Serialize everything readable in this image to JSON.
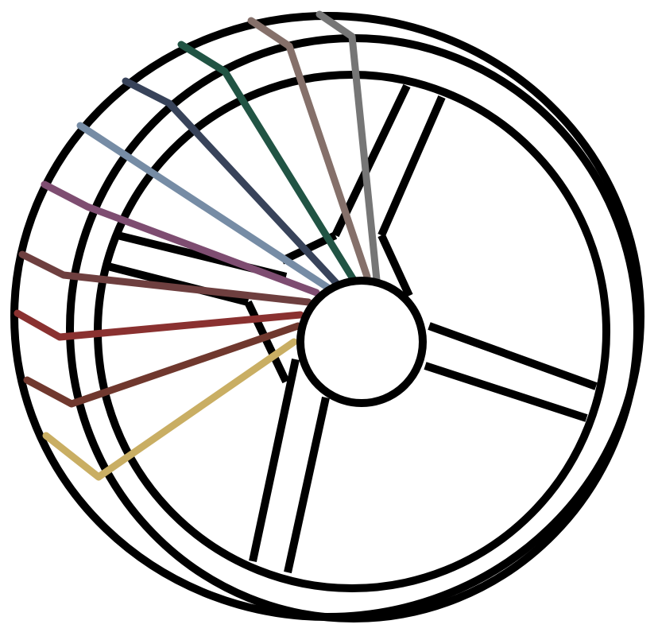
{
  "colors": {
    "background": "#ffffff",
    "outline": "#000000"
  },
  "wires": [
    {
      "id": "wire-1",
      "color": "#767676"
    },
    {
      "id": "wire-2",
      "color": "#85706a"
    },
    {
      "id": "wire-3",
      "color": "#215444"
    },
    {
      "id": "wire-4",
      "color": "#38435a"
    },
    {
      "id": "wire-5",
      "color": "#768ca5"
    },
    {
      "id": "wire-6",
      "color": "#7e4d71"
    },
    {
      "id": "wire-7",
      "color": "#6e3f3f"
    },
    {
      "id": "wire-8",
      "color": "#8a3130"
    },
    {
      "id": "wire-9",
      "color": "#70382e"
    },
    {
      "id": "wire-10",
      "color": "#c9ae63"
    }
  ]
}
